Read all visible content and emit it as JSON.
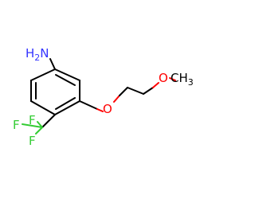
{
  "molecule": {
    "amine": {
      "symbol": "H",
      "subscript": "2",
      "element": "N"
    },
    "ether_oxygen": "O",
    "methoxy": {
      "oxygen": "O",
      "carbon": "CH",
      "subscript": "3"
    },
    "fluorines": [
      "F",
      "F",
      "F"
    ]
  },
  "colors": {
    "bond": "#000000",
    "oxygen": "#ff0000",
    "nitrogen": "#3333ff",
    "fluorine": "#33cc33"
  }
}
